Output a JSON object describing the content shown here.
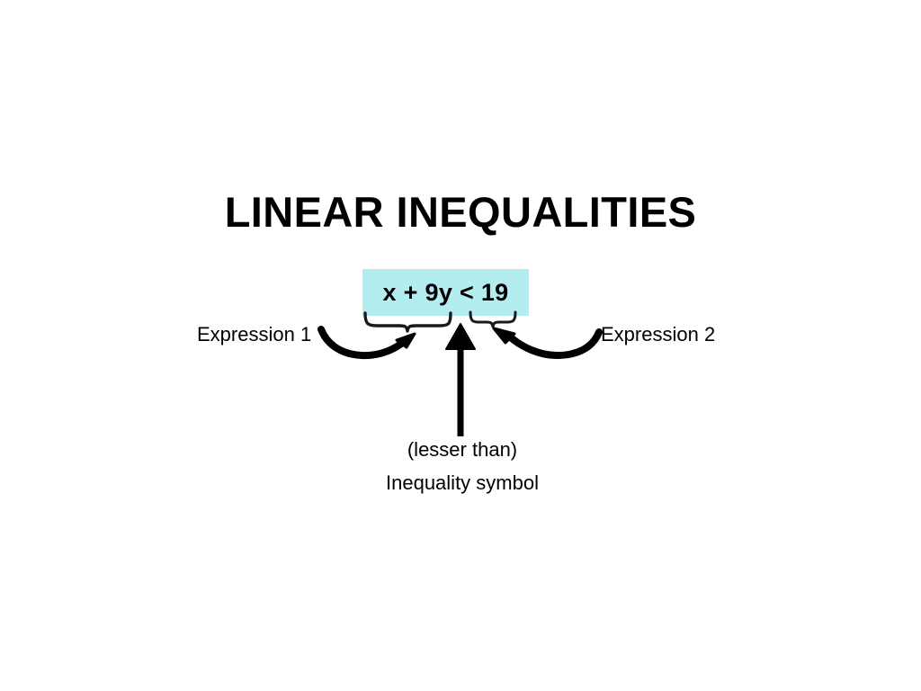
{
  "slide": {
    "title": "LINEAR INEQUALITIES",
    "background_color": "#ffffff",
    "text_color": "#000000"
  },
  "expression": {
    "full_text": "x + 9y < 19",
    "left_side": "x + 9y",
    "operator": "<",
    "right_side": "19",
    "highlight_color": "#b3edf0"
  },
  "annotations": {
    "left_label": "Expression 1",
    "right_label": "Expression 2",
    "operator_label_line1": "(lesser than)",
    "operator_label_line2": "Inequality symbol"
  },
  "icons": {
    "left_curved_arrow": "curved-arrow-right-icon",
    "right_curved_arrow": "curved-arrow-left-icon",
    "vertical_arrow": "arrow-up-icon",
    "left_brace": "curly-brace-down-icon",
    "right_brace": "curly-brace-down-icon"
  }
}
